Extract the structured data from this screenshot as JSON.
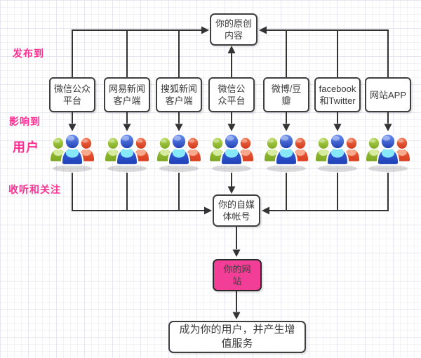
{
  "diagram": {
    "side_labels": {
      "publish_to": "发布到",
      "influence": "影响到",
      "users": "用户",
      "listen_follow": "收听和关注"
    },
    "nodes": {
      "original_content": {
        "line1": "你的原创",
        "line2": "内容"
      },
      "media_account": {
        "line1": "你的自媒",
        "line2": "体帐号"
      },
      "website": {
        "line1": "你的网",
        "line2": "站"
      },
      "outcome": {
        "line1": "成为你的用户，并产生增",
        "line2": "值服务"
      }
    },
    "platforms": [
      {
        "line1": "微信公众",
        "line2": "平台"
      },
      {
        "line1": "网易新闻",
        "line2": "客户端"
      },
      {
        "line1": "搜狐新闻",
        "line2": "客户端"
      },
      {
        "line1": "微信公",
        "line2": "众平台"
      },
      {
        "line1": "微博/豆",
        "line2": "瓣"
      },
      {
        "line1": "facebook",
        "line2": "和Twitter"
      },
      {
        "line1": "网站APP",
        "line2": ""
      }
    ],
    "icons": {
      "user_group": "three-users-icon"
    },
    "colors": {
      "label_pink": "#ff2f92",
      "website_fill": "#f23e96",
      "connector": "#333333",
      "box_border": "#3f3f3f",
      "user_green": "#8cba2e",
      "user_blue": "#2a50c8",
      "user_red": "#e2482a"
    }
  }
}
